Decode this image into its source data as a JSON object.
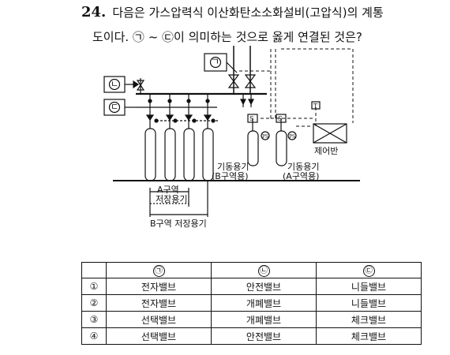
{
  "question": {
    "number": "24.",
    "line1": "다음은 가스압력식 이산화탄소소화설비(고압식)의 계통",
    "line2": "도이다. ㉠ ~ ㉢이 의미하는 것으로 옳게 연결된 것은?"
  },
  "diagram": {
    "marker_a": "ㄱ",
    "marker_b": "ㄴ",
    "marker_c": "ㄷ",
    "label_control_panel": "제어반",
    "label_starter_b_line1": "기동용기",
    "label_starter_b_line2": "(B구역용)",
    "label_starter_a_line1": "기동용기",
    "label_starter_a_line2": "(A구역용)",
    "label_storage_a_line1": "A구역",
    "label_storage_a_line2": "저장용기",
    "label_storage_b": "B구역 저장용기",
    "sol_label": "S",
    "ps_label": "PS",
    "timer_label": "T"
  },
  "table": {
    "headers": [
      "㉠",
      "㉡",
      "㉢"
    ],
    "rows": [
      {
        "no": "①",
        "a": "전자밸브",
        "b": "안전밸브",
        "c": "니들밸브"
      },
      {
        "no": "②",
        "a": "전자밸브",
        "b": "개폐밸브",
        "c": "니들밸브"
      },
      {
        "no": "③",
        "a": "선택밸브",
        "b": "개폐밸브",
        "c": "체크밸브"
      },
      {
        "no": "④",
        "a": "선택밸브",
        "b": "안전밸브",
        "c": "체크밸브"
      }
    ]
  }
}
